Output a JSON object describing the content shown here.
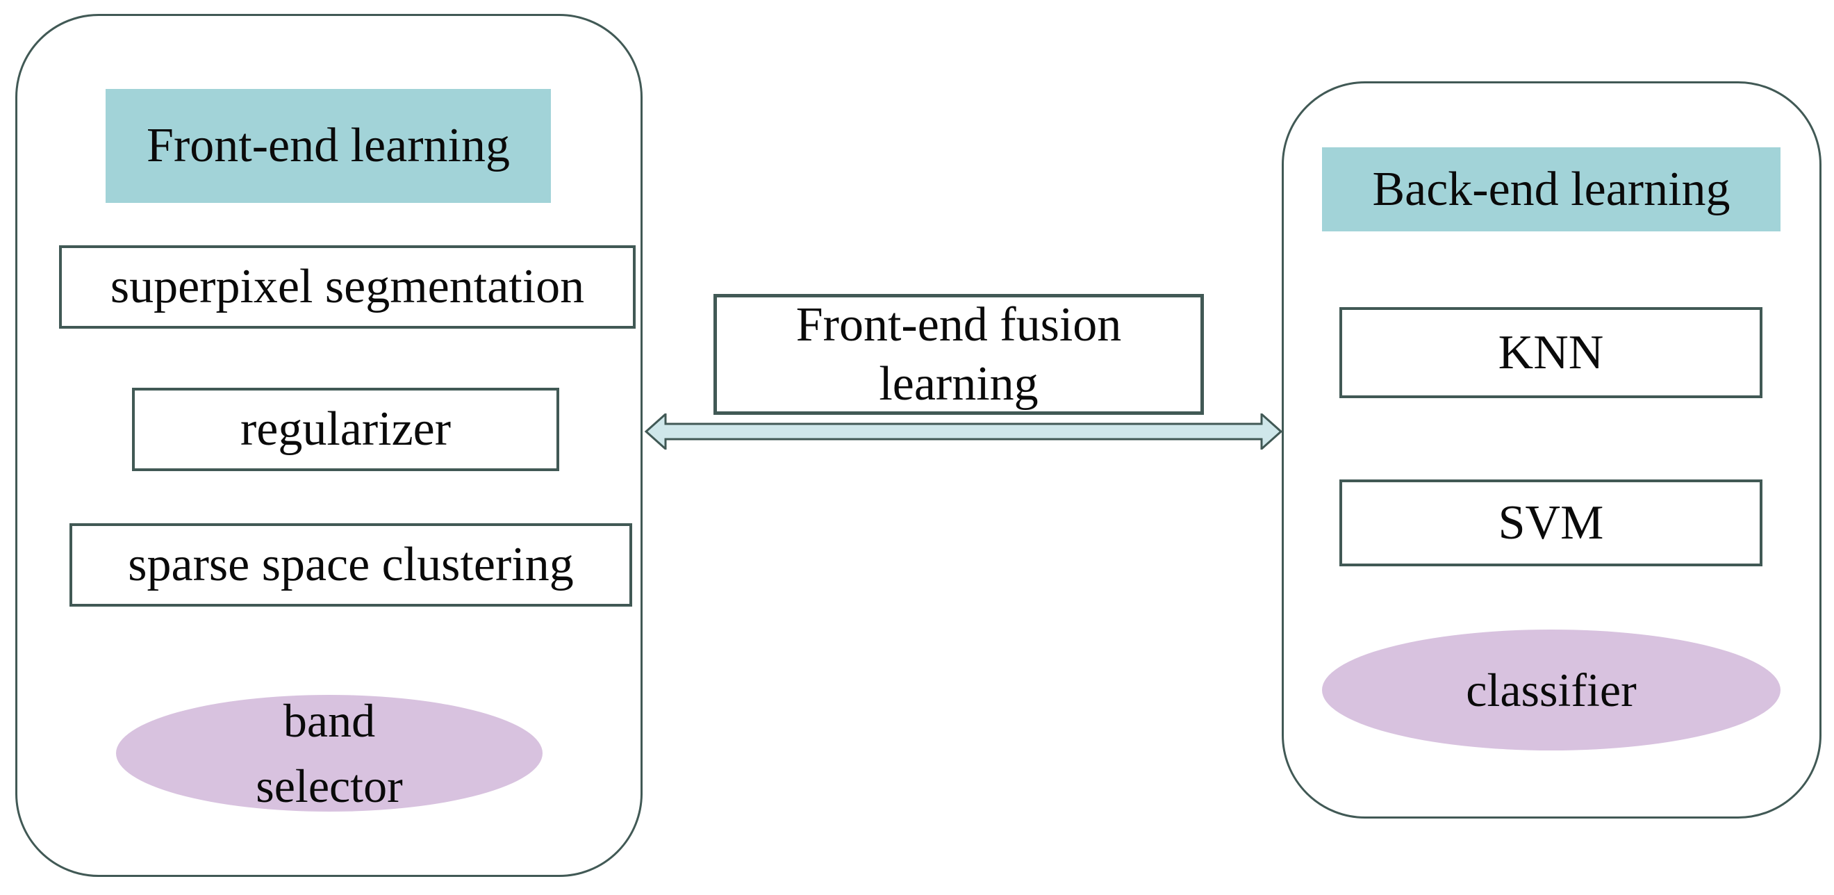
{
  "colors": {
    "border": "#415955",
    "header_bg": "#a2d3d8",
    "ellipse_bg": "#d8c2df",
    "arrow_fill": "#cfe7ea",
    "text": "#0a0a0a"
  },
  "left_panel": {
    "header": "Front-end learning",
    "boxes": [
      "superpixel segmentation",
      "regularizer",
      "sparse space clustering"
    ],
    "ellipse_lines": [
      "band",
      "selector"
    ]
  },
  "center": {
    "fusion_lines": [
      "Front-end fusion",
      "learning"
    ]
  },
  "right_panel": {
    "header": "Back-end learning",
    "boxes": [
      "KNN",
      "SVM"
    ],
    "ellipse_lines": [
      "classifier"
    ]
  }
}
